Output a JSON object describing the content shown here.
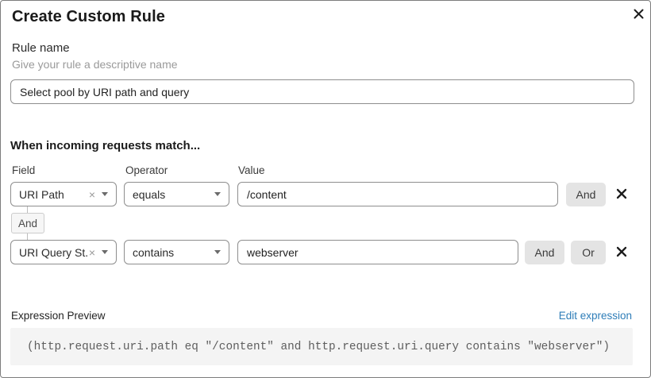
{
  "dialog": {
    "title": "Create Custom Rule"
  },
  "rule_name": {
    "label": "Rule name",
    "helper": "Give your rule a descriptive name",
    "value": "Select pool by URI path and query"
  },
  "matcher": {
    "heading": "When incoming requests match...",
    "columns": {
      "field": "Field",
      "operator": "Operator",
      "value": "Value"
    },
    "connector": "And",
    "rows": [
      {
        "field": "URI Path",
        "operator": "equals",
        "value": "/content",
        "buttons": [
          "And"
        ]
      },
      {
        "field": "URI Query St...",
        "operator": "contains",
        "value": "webserver",
        "buttons": [
          "And",
          "Or"
        ]
      }
    ]
  },
  "expression": {
    "label": "Expression Preview",
    "edit_link": "Edit expression",
    "code": "(http.request.uri.path eq \"/content\" and http.request.uri.query contains \"webserver\")"
  },
  "icons": {
    "close": "x-icon",
    "clear_glyph": "×",
    "caret": "chevron-down-icon",
    "delete": "x-icon"
  },
  "colors": {
    "link": "#2e7db8",
    "button_bg": "#e4e4e4",
    "code_bg": "#f4f4f4",
    "control_border": "#8e8e8e",
    "dialog_border": "#7d7d7d"
  }
}
